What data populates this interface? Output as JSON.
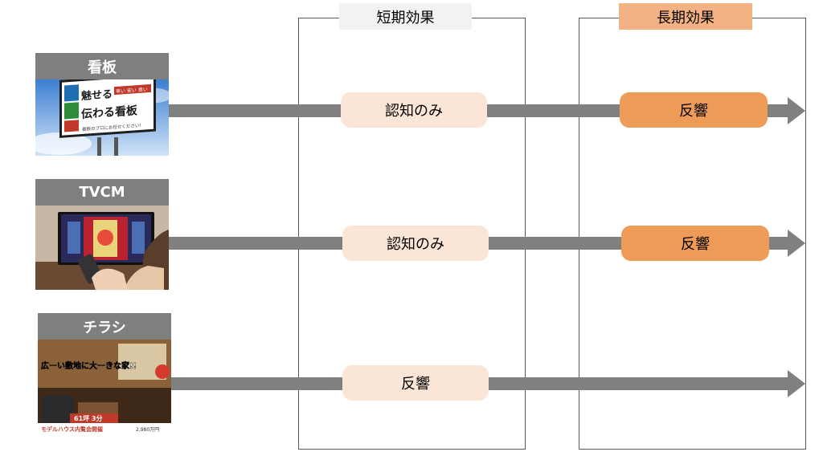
{
  "columns": {
    "short": {
      "title": "短期効果"
    },
    "long": {
      "title": "長期効果"
    }
  },
  "rows": [
    {
      "media": "看板",
      "short_effect": "認知のみ",
      "long_effect": "反響",
      "image_text": {
        "line1": "魅せる",
        "line2": "伝わる看板",
        "badge": "早い 安い 良い",
        "sub": "看板のプロにお任せください!"
      }
    },
    {
      "media": "TVCM",
      "short_effect": "認知のみ",
      "long_effect": "反響"
    },
    {
      "media": "チラシ",
      "short_effect": "反響",
      "image_text": {
        "headline": "広ーい敷地に大ーきな家!!",
        "size": "61坪 3分",
        "event": "モデルハウス内覧会開催",
        "price": "2,980万円"
      }
    }
  ],
  "colors": {
    "arrow": "#808080",
    "pill_light": "#fbe5d6",
    "pill_orange": "#ed9b56",
    "header_short": "#f2f2f2",
    "header_long": "#f4b183",
    "label_bg": "#7f7f7f"
  }
}
